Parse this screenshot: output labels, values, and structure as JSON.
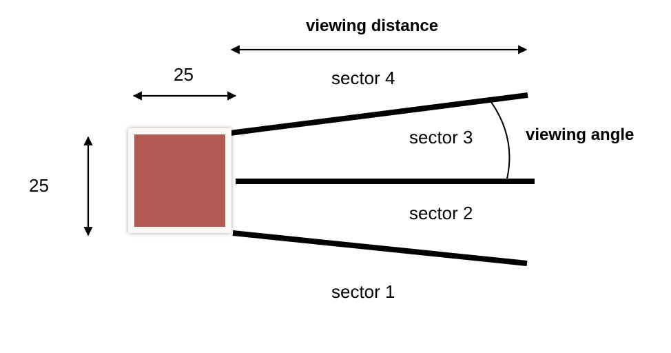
{
  "labels": {
    "viewing_distance": "viewing distance",
    "viewing_angle": "viewing angle",
    "width_value": "25",
    "height_value": "25",
    "sector_1": "sector 1",
    "sector_2": "sector 2",
    "sector_3": "sector  3",
    "sector_4": "sector 4"
  },
  "colors": {
    "agent_fill": "#b15a52",
    "agent_border": "#fbf8f6",
    "lines": "#000000"
  }
}
